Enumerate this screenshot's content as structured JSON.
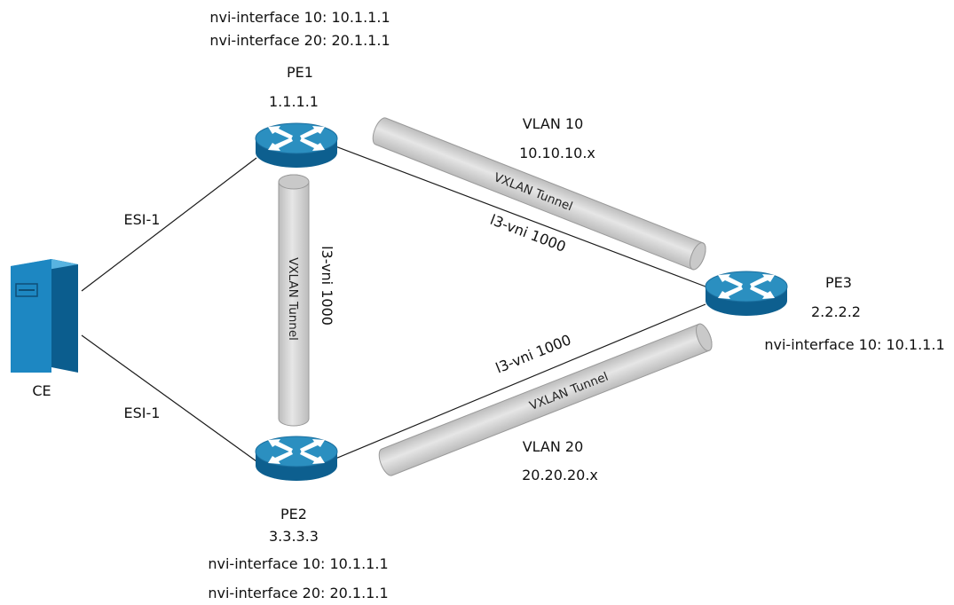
{
  "nodes": {
    "pe1": {
      "name": "PE1",
      "ip": "1.1.1.1",
      "nvi": [
        "nvi-interface 10: 10.1.1.1",
        "nvi-interface 20: 20.1.1.1"
      ]
    },
    "pe2": {
      "name": "PE2",
      "ip": "3.3.3.3",
      "nvi": [
        "nvi-interface 10: 10.1.1.1",
        "nvi-interface 20: 20.1.1.1"
      ]
    },
    "pe3": {
      "name": "PE3",
      "ip": "2.2.2.2",
      "nvi": [
        "nvi-interface 10: 10.1.1.1"
      ]
    },
    "ce": {
      "name": "CE"
    }
  },
  "links": {
    "ce_pe1": "ESI-1",
    "ce_pe2": "ESI-1",
    "pe1_pe3": "l3-vni 1000",
    "pe2_pe3": "l3-vni 1000",
    "pe1_pe2": "l3-vni 1000"
  },
  "tunnels": {
    "pe1_pe3": "VXLAN Tunnel",
    "pe2_pe3": "VXLAN Tunnel",
    "pe1_pe2": "VXLAN Tunnel"
  },
  "vlans": {
    "vlan10": {
      "name": "VLAN 10",
      "subnet": "10.10.10.x"
    },
    "vlan20": {
      "name": "VLAN 20",
      "subnet": "20.20.20.x"
    }
  },
  "colors": {
    "router_top": "#2b8fc0",
    "router_side": "#0d5f8f",
    "server_body": "#1d87c2",
    "tunnel_fill": "#d6d6d6",
    "link": "#1a1a1a"
  }
}
